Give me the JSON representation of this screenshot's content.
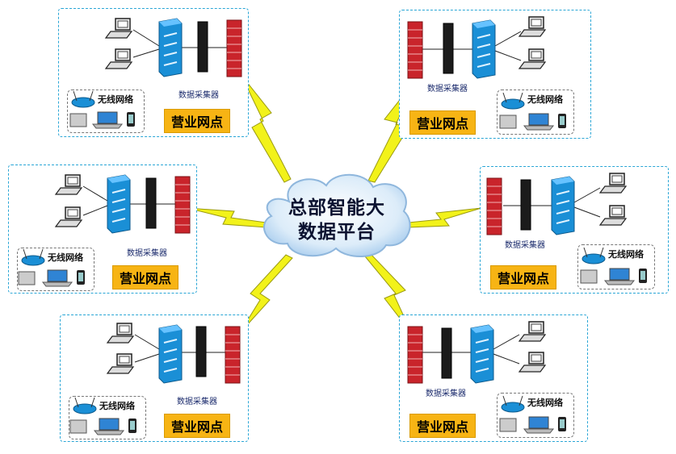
{
  "hq": {
    "line1": "总部智能大",
    "line2": "数据平台"
  },
  "branch": {
    "collector_label": "数据采集器",
    "site_label": "营业网点",
    "wifi_label": "无线网络"
  },
  "colors": {
    "dashed_border": "#2aa6d6",
    "switch_blue": "#1a8fd6",
    "firewall_red": "#c9242b",
    "label_bg": "#f7b414",
    "bolt_yellow": "#f2f21a",
    "cloud_blue": "#c8e0f5"
  },
  "icons": [
    "computer-icon",
    "switch-icon",
    "collector-icon",
    "firewall-icon",
    "router-icon",
    "laptop-icon",
    "tablet-icon",
    "phone-icon",
    "lightning-link-icon",
    "cloud-icon"
  ]
}
